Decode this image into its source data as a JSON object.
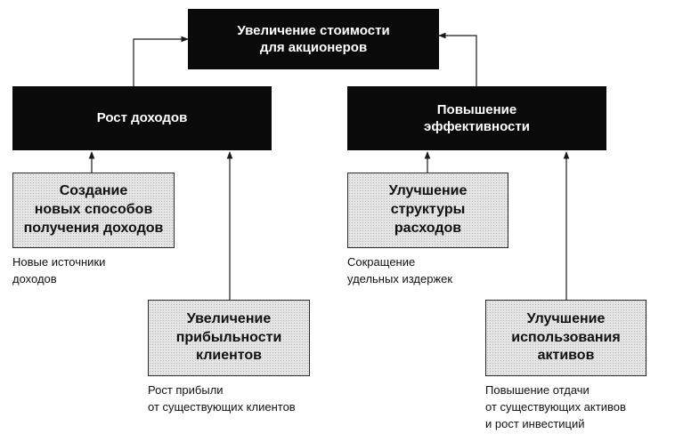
{
  "nodes": {
    "top": "Увеличение стоимости\nдля акционеров",
    "revenue_growth": "Рост доходов",
    "efficiency": "Повышение\nэффективности",
    "new_revenue": "Создание\nновых способов\nполучения доходов",
    "customer_profit": "Увеличение\nприбыльности\nклиентов",
    "cost_structure": "Улучшение\nструктуры\nрасходов",
    "asset_use": "Улучшение\nиспользования\nактивов"
  },
  "captions": {
    "new_revenue": "Новые источники\nдоходов",
    "customer_profit": "Рост прибыли\nот существующих клиентов",
    "cost_structure": "Сокращение\nудельных издержек",
    "asset_use": "Повышение отдачи\nот существующих активов\nи рост инвестиций"
  },
  "colors": {
    "dark_box": "#0a0a0a",
    "light_box": "#e6e6e6",
    "line": "#1a1a1a"
  }
}
